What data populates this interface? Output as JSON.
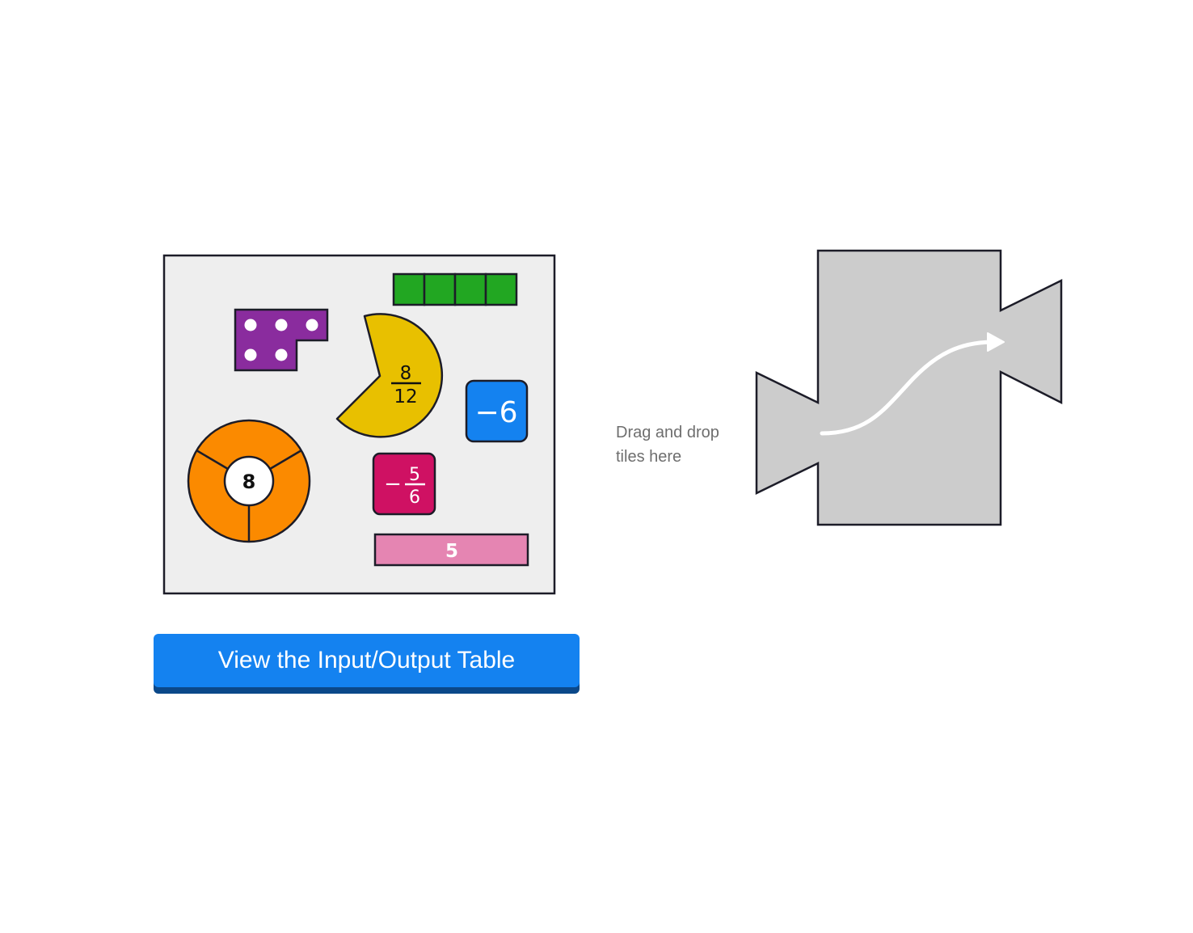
{
  "tiles": {
    "fraction_tile": {
      "numerator": "8",
      "denominator": "12"
    },
    "integer_tile": "−6",
    "negative_fraction_tile": {
      "sign": "−",
      "numerator": "5",
      "denominator": "6"
    },
    "bar_tile": "5",
    "ring_tile": "8",
    "dot_tile_count": 5,
    "block_tile_cells": 4
  },
  "dropzone": {
    "hint_line1": "Drag and drop",
    "hint_line2": "tiles here"
  },
  "button": {
    "label": "View the Input/Output Table"
  },
  "colors": {
    "board": "#eeeeee",
    "green": "#22a722",
    "purple": "#8a2c9e",
    "yellow": "#e8c000",
    "blue": "#1482f0",
    "magenta": "#cf1163",
    "pink": "#e585b2",
    "orange": "#fb8a00",
    "machine": "#cccccc",
    "outline": "#1c1c28"
  }
}
